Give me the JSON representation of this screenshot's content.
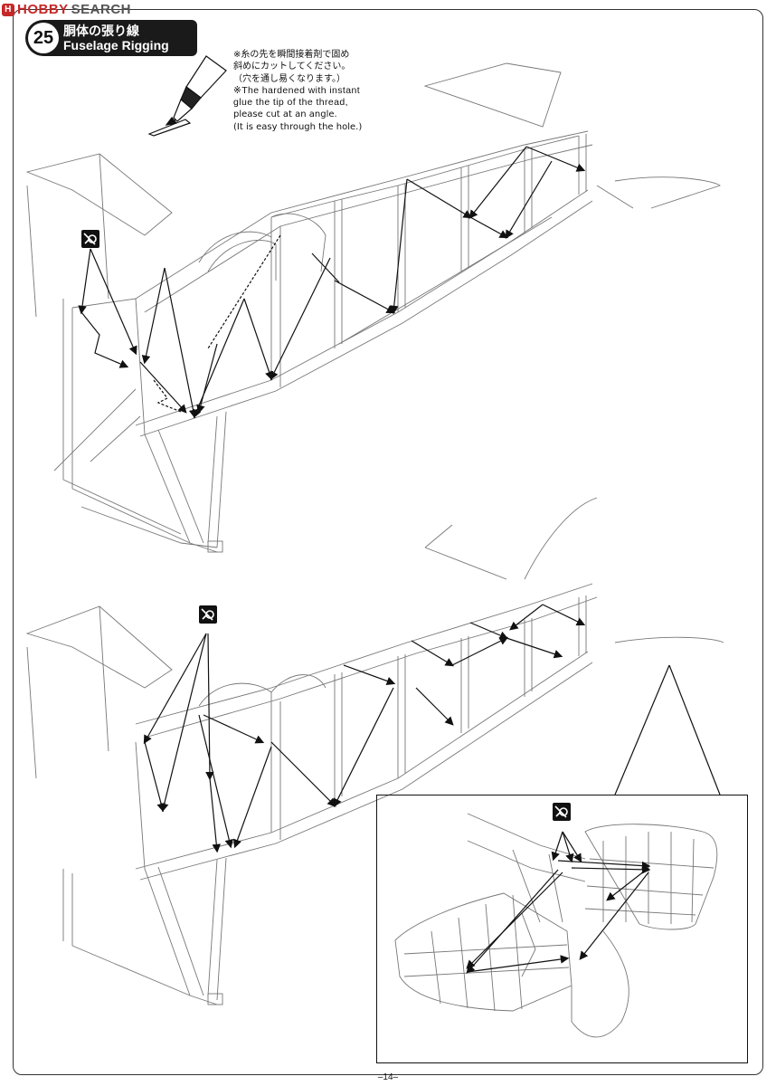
{
  "watermark": {
    "logo": "H",
    "part1": "HOBBY",
    "part2": "SEARCH"
  },
  "step": {
    "number": "25",
    "title_ja": "胴体の張り線",
    "title_en": "Fuselage Rigging"
  },
  "note": {
    "ja_line1": "※糸の先を瞬間接着剤で固め",
    "ja_line2": "斜めにカットしてください。",
    "ja_line3": "（穴を通し易くなります。）",
    "en_line1": "※The hardened with instant",
    "en_line2": "glue the tip of the thread,",
    "en_line3": "please cut at an angle.",
    "en_line4": "(It is easy through the hole.)"
  },
  "icons": {
    "glue": "instant-glue-bottle-icon",
    "cut": "cut-thread-icon"
  },
  "page_number": "–14–"
}
